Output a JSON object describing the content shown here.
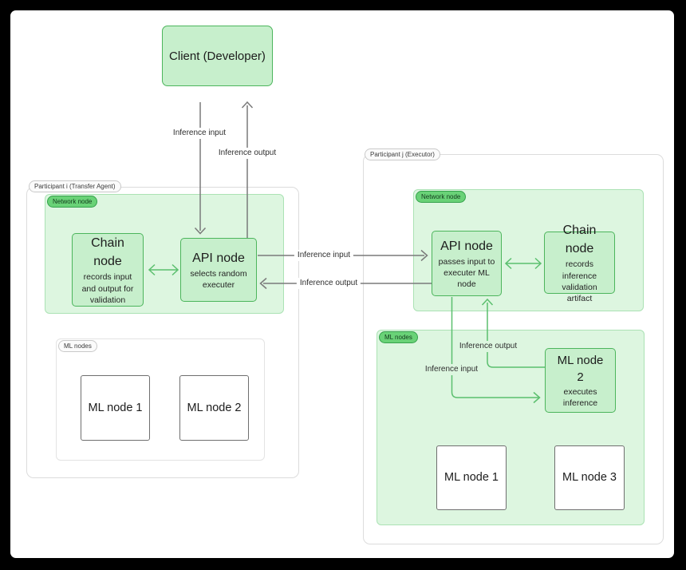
{
  "client": {
    "title": "Client (Developer)"
  },
  "flows": {
    "client_input": "Inference input",
    "client_output": "Inference output",
    "transfer_input": "Inference input",
    "transfer_output": "Inference output",
    "executor_input": "Inference input",
    "executor_output": "Inference output"
  },
  "participant_i": {
    "label": "Participant i (Transfer Agent)",
    "network": {
      "label": "Network node",
      "chain_node": {
        "title": "Chain node",
        "subtitle": "records input and output for validation"
      },
      "api_node": {
        "title": "API node",
        "subtitle": "selects random executer"
      }
    },
    "ml": {
      "label": "ML nodes",
      "nodes": [
        "ML node 1",
        "ML node 2"
      ]
    }
  },
  "participant_j": {
    "label": "Participant j (Executor)",
    "network": {
      "label": "Network node",
      "api_node": {
        "title": "API node",
        "subtitle": "passes input to executer ML node"
      },
      "chain_node": {
        "title": "Chain node",
        "subtitle": "records inference validation artifact"
      }
    },
    "ml": {
      "label": "ML nodes",
      "executor_node": {
        "title": "ML node 2",
        "subtitle": "executes inference"
      },
      "nodes": [
        "ML node 1",
        "ML node 3"
      ]
    }
  },
  "colors": {
    "node_fill": "#c7efcc",
    "node_border": "#4cb55c",
    "region_fill": "#ddf6e0",
    "arrow_gray": "#7a7a7a",
    "arrow_green": "#5bbf6e",
    "pill_green": "#69d277"
  }
}
